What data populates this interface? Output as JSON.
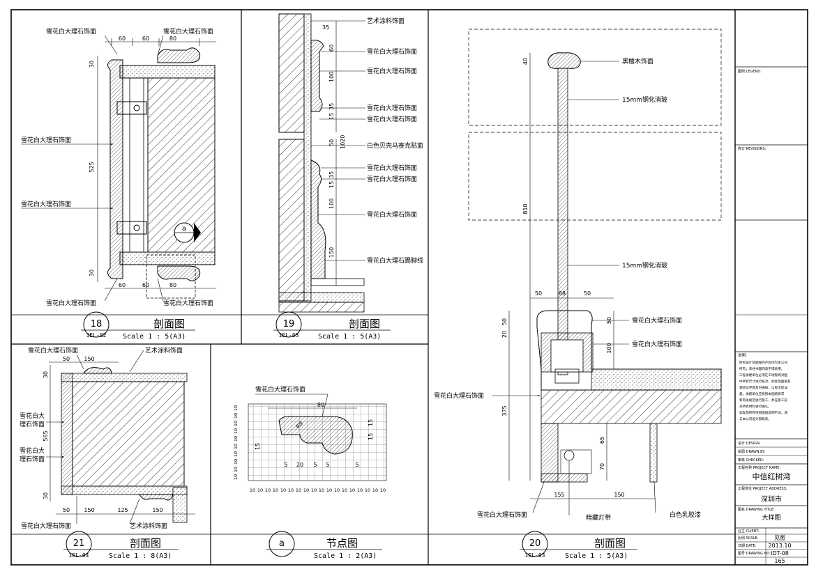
{
  "sheet": {
    "section_word": "剖面图",
    "node_word": "节点图"
  },
  "details": {
    "d18": {
      "number": "18",
      "ref": "1EL-02",
      "scale": "Scale 1 : 5(A3)",
      "labels": [
        "雪花白大理石饰面",
        "雪花白大理石饰面",
        "雪花白大理石饰面",
        "雪花白大理石饰面",
        "雪花白大理石饰面",
        "雪花白大理石饰面"
      ],
      "dims": [
        "60",
        "60",
        "80",
        "30",
        "525",
        "30",
        "60",
        "60",
        "80"
      ],
      "callout": "a"
    },
    "d19": {
      "number": "19",
      "ref": "1EL-03",
      "scale": "Scale 1 : 5(A3)",
      "labels": [
        "艺术涂料饰面",
        "雪花白大理石饰面",
        "雪花白大理石饰面",
        "雪花白大理石饰面",
        "雪花白大理石饰面",
        "白色贝壳马赛克贴面",
        "雪花白大理石饰面",
        "雪花白大理石饰面",
        "雪花白大理石饰面",
        "雪花白大理石踢脚线"
      ],
      "dims": [
        "35",
        "60",
        "100",
        "35",
        "15",
        "50",
        "1020",
        "35",
        "15",
        "100",
        "150"
      ]
    },
    "d21": {
      "number": "21",
      "ref": "1EL-04",
      "scale": "Scale 1 : 8(A3)",
      "labels": [
        "雪花白大理石饰面",
        "艺术涂料饰面",
        "雪花白大",
        "理石饰面",
        "雪花白大",
        "理石饰面",
        "雪花白大理石饰面",
        "艺术涂料饰面"
      ],
      "dims": [
        "50",
        "150",
        "30",
        "565",
        "30",
        "50",
        "150",
        "125",
        "150"
      ]
    },
    "da": {
      "number": "a",
      "scale": "Scale 1 : 2(A3)",
      "labels": [
        "雪花白大理石饰面"
      ],
      "dims": [
        "80",
        "R9",
        "15",
        "15",
        "15",
        "5",
        "20",
        "5",
        "5",
        "5"
      ],
      "grid_unit": "10"
    },
    "d20": {
      "number": "20",
      "ref": "1EL-03",
      "scale": "Scale 1 : 5(A3)",
      "labels": [
        "黑檀木饰面",
        "15mm钢化消玻",
        "15mm钢化消玻",
        "雪花白大理石饰面",
        "雪花白大理石饰面",
        "雪花白大理石饰面",
        "雪花白大理石饰面",
        "暗藏灯带",
        "白色乳胶漆"
      ],
      "dims": [
        "40",
        "810",
        "50",
        "50",
        "50",
        "50",
        "20",
        "100",
        "375",
        "65",
        "70",
        "155",
        "150",
        "88"
      ]
    }
  },
  "title_block": {
    "legend": "图例 LEGEND:",
    "revisions": "修订 REVISIONS:",
    "notes_title": "说明:",
    "notes": [
      "所有设计及图样的产权均为本公司",
      "所有，未经书面同意不得采用。",
      "工程承建单位必须在工地现场对图",
      "中所有尺寸进行核对，如发现图纸有",
      "漏项与矛盾及时通知，以免出现误",
      "差。承建单位应按照本图纸要求",
      "和有关规范进行施工，并在施工前",
      "对所有材料进行确认。",
      "如发现所有项目图纸说明不详，请",
      "与本公司设计部联系。"
    ],
    "design": "设计 DESIGN:",
    "drawn": "绘图 DRAWN BY:",
    "checked": "审核 CHECKED:",
    "project_name_label": "工程名称 PROJECT NAME:",
    "project_name": "中信红树湾",
    "project_address_label": "工程地址 PROJECT ADDRESS:",
    "project_address": "深圳市",
    "drawing_title_label": "图名 DRAWING TITLE:",
    "drawing_title": "大样图",
    "client_label": "业主 CLIENT:",
    "scale_label": "比例 SCALE:",
    "scale_value": "见图",
    "date_label": "日期 DATE:",
    "date_value": "2013.10",
    "drawing_no_label": "图号 DRAWING NO:",
    "drawing_no": "IDT-08",
    "page_value": "165"
  },
  "colors": {
    "line": "#000000",
    "paper": "#ffffff"
  }
}
